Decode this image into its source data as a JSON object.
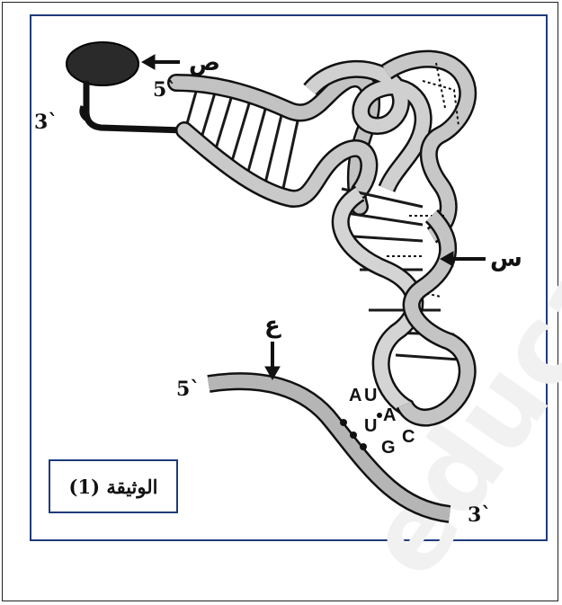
{
  "figure": {
    "caption": "الوثيقة (1)",
    "labels": {
      "trna_end_5": "5`",
      "trna_end_3": "3`",
      "mrna_end_5": "5`",
      "mrna_end_3": "3`",
      "label_amino_acid": "ص",
      "label_trna_strand": "س",
      "label_mrna": "ع"
    },
    "anticodon": [
      "A",
      "U",
      "A"
    ],
    "codon_bases": [
      "U",
      "G",
      "C"
    ],
    "colors": {
      "frame_blue": "#1f3b7a",
      "strand_gray": "#b9b9b9",
      "outline": "#111111"
    },
    "watermark": "educati"
  }
}
